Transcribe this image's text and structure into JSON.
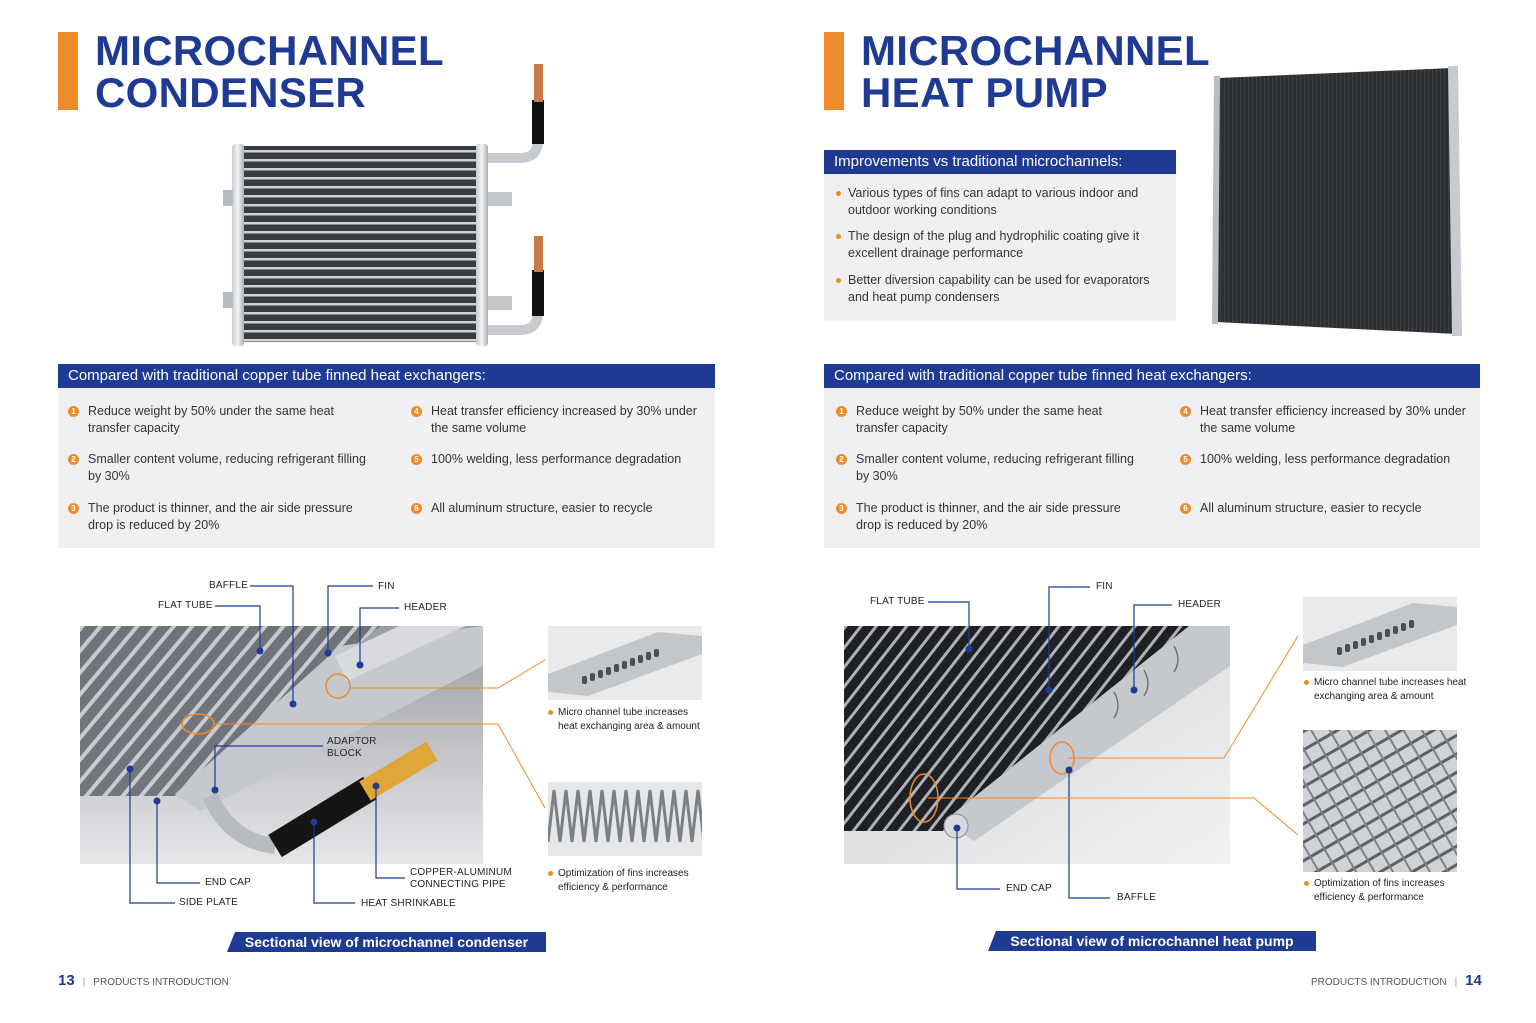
{
  "left_page": {
    "title_line1": "MICROCHANNEL",
    "title_line2": "CONDENSER",
    "compare_header": "Compared with traditional copper tube finned heat exchangers:",
    "benefits": [
      {
        "num": "1",
        "text": "Reduce weight by 50% under the same heat transfer capacity"
      },
      {
        "num": "2",
        "text": "Smaller content volume, reducing refrigerant filling by 30%"
      },
      {
        "num": "3",
        "text": "The product is thinner, and the air side pressure drop is reduced by 20%"
      },
      {
        "num": "4",
        "text": "Heat transfer efficiency increased by 30% under the same volume"
      },
      {
        "num": "5",
        "text": "100% welding, less performance degradation"
      },
      {
        "num": "6",
        "text": "All aluminum structure, easier to recycle"
      }
    ],
    "callouts": {
      "baffle": "BAFFLE",
      "flat_tube": "FLAT TUBE",
      "fin": "FIN",
      "header": "HEADER",
      "adaptor_line1": "ADAPTOR",
      "adaptor_line2": "BLOCK",
      "end_cap": "END CAP",
      "side_plate": "SIDE PLATE",
      "heat_shrinkable": "HEAT SHRINKABLE",
      "copper_line1": "COPPER-ALUMINUM",
      "copper_line2": "CONNECTING PIPE"
    },
    "detail_captions": {
      "tube": "Micro channel tube increases heat exchanging area & amount",
      "fins": "Optimization of fins increases efficiency & performance"
    },
    "section_caption": "Sectional view of microchannel condenser",
    "footer": {
      "page_number": "13",
      "label": "PRODUCTS INTRODUCTION"
    }
  },
  "right_page": {
    "title_line1": "MICROCHANNEL",
    "title_line2": "HEAT PUMP",
    "improvements_header": "Improvements vs traditional microchannels:",
    "improvements": [
      "Various types of fins can adapt to various indoor and outdoor working conditions",
      "The design of the plug and hydrophilic coating give it excellent drainage performance",
      "Better diversion capability can be used for evaporators and heat pump condensers"
    ],
    "compare_header": "Compared with traditional copper tube finned heat exchangers:",
    "benefits": [
      {
        "num": "1",
        "text": "Reduce weight by 50% under the same heat transfer capacity"
      },
      {
        "num": "2",
        "text": "Smaller content volume, reducing refrigerant filling by 30%"
      },
      {
        "num": "3",
        "text": "The product is thinner, and the air side pressure drop is reduced by 20%"
      },
      {
        "num": "4",
        "text": "Heat transfer efficiency increased by 30% under the same volume"
      },
      {
        "num": "5",
        "text": "100% welding, less performance degradation"
      },
      {
        "num": "6",
        "text": "All aluminum structure, easier to recycle"
      }
    ],
    "callouts": {
      "flat_tube": "FLAT TUBE",
      "fin": "FIN",
      "header": "HEADER",
      "end_cap": "END CAP",
      "baffle": "BAFFLE"
    },
    "detail_captions": {
      "tube": "Micro channel tube increases heat exchanging area & amount",
      "fins": "Optimization of fins increases efficiency & performance"
    },
    "section_caption": "Sectional view of microchannel heat pump",
    "footer": {
      "page_number": "14",
      "label": "PRODUCTS INTRODUCTION"
    }
  },
  "colors": {
    "brand_blue": "#1f3a93",
    "accent_orange": "#ee8a2a",
    "box_grey": "#f0f0f2"
  }
}
